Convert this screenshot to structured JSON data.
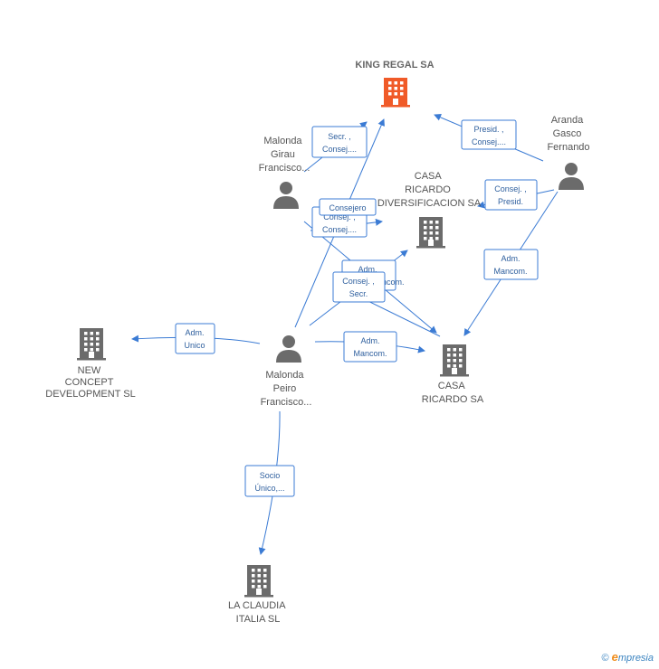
{
  "nodes": {
    "king_regal": {
      "lines": [
        "KING REGAL SA"
      ],
      "type": "company",
      "highlight": true
    },
    "casa_ricardo_div": {
      "lines": [
        "CASA",
        "RICARDO",
        "DIVERSIFICACION SA"
      ],
      "type": "company"
    },
    "casa_ricardo": {
      "lines": [
        "CASA",
        "RICARDO SA"
      ],
      "type": "company"
    },
    "new_concept": {
      "lines": [
        "NEW",
        "CONCEPT",
        "DEVELOPMENT SL"
      ],
      "type": "company"
    },
    "la_claudia": {
      "lines": [
        "LA CLAUDIA",
        "ITALIA  SL"
      ],
      "type": "company"
    },
    "malonda_girau": {
      "lines": [
        "Malonda",
        "Girau",
        "Francisco..."
      ],
      "type": "person"
    },
    "aranda": {
      "lines": [
        "Aranda",
        "Gasco",
        "Fernando"
      ],
      "type": "person"
    },
    "malonda_peiro": {
      "lines": [
        "Malonda",
        "Peiro",
        "Francisco..."
      ],
      "type": "person"
    }
  },
  "edges": {
    "e1": {
      "lines": [
        "Secr. ,",
        "Consej...."
      ]
    },
    "e2": {
      "lines": [
        "Presid. ,",
        "Consej...."
      ]
    },
    "e3": {
      "lines": [
        "Consej. ,",
        "Presid."
      ]
    },
    "e4": {
      "lines": [
        "Consejero"
      ]
    },
    "e5": {
      "lines": [
        "Consej. ,",
        "Consej...."
      ]
    },
    "e6": {
      "lines": [
        "Adm.",
        "Mancom."
      ]
    },
    "e7": {
      "lines": [
        "Adm.",
        "Mancom."
      ]
    },
    "e8": {
      "lines": [
        "Consej. ,",
        "Secr."
      ]
    },
    "e9": {
      "lines": [
        "Adm.",
        "Unico"
      ]
    },
    "e10": {
      "lines": [
        "Adm.",
        "Mancom."
      ]
    },
    "e11": {
      "lines": [
        "Socio",
        "Único,..."
      ]
    }
  },
  "colors": {
    "edge": "#3b7bd4",
    "company_icon": "#6b6b6b",
    "company_icon_highlight": "#f05a28",
    "person_icon": "#6b6b6b"
  },
  "footer": {
    "copyright": "©",
    "brand_e": "e",
    "brand_rest": "mpresia"
  }
}
